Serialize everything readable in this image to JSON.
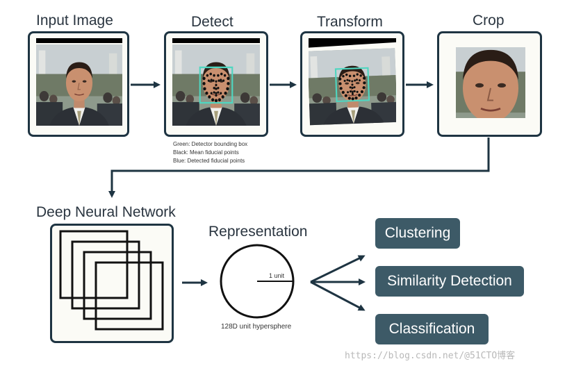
{
  "stages": {
    "input": "Input Image",
    "detect": "Detect",
    "transform": "Transform",
    "crop": "Crop"
  },
  "legend": {
    "green": "Green: Detector bounding box",
    "black": "Black: Mean fiducial points",
    "blue": "Blue: Detected fiducial points"
  },
  "network_title": "Deep Neural Network",
  "representation": {
    "title": "Representation",
    "unit_label": "1 unit",
    "caption": "128D unit hypersphere"
  },
  "outputs": [
    "Clustering",
    "Similarity Detection",
    "Classification"
  ],
  "watermark": "https://blog.csdn.net/@51CTO博客",
  "colors": {
    "panel_border": "#1e3442",
    "pill": "#3d5a67",
    "bounding_box": "#4fd6c0"
  }
}
